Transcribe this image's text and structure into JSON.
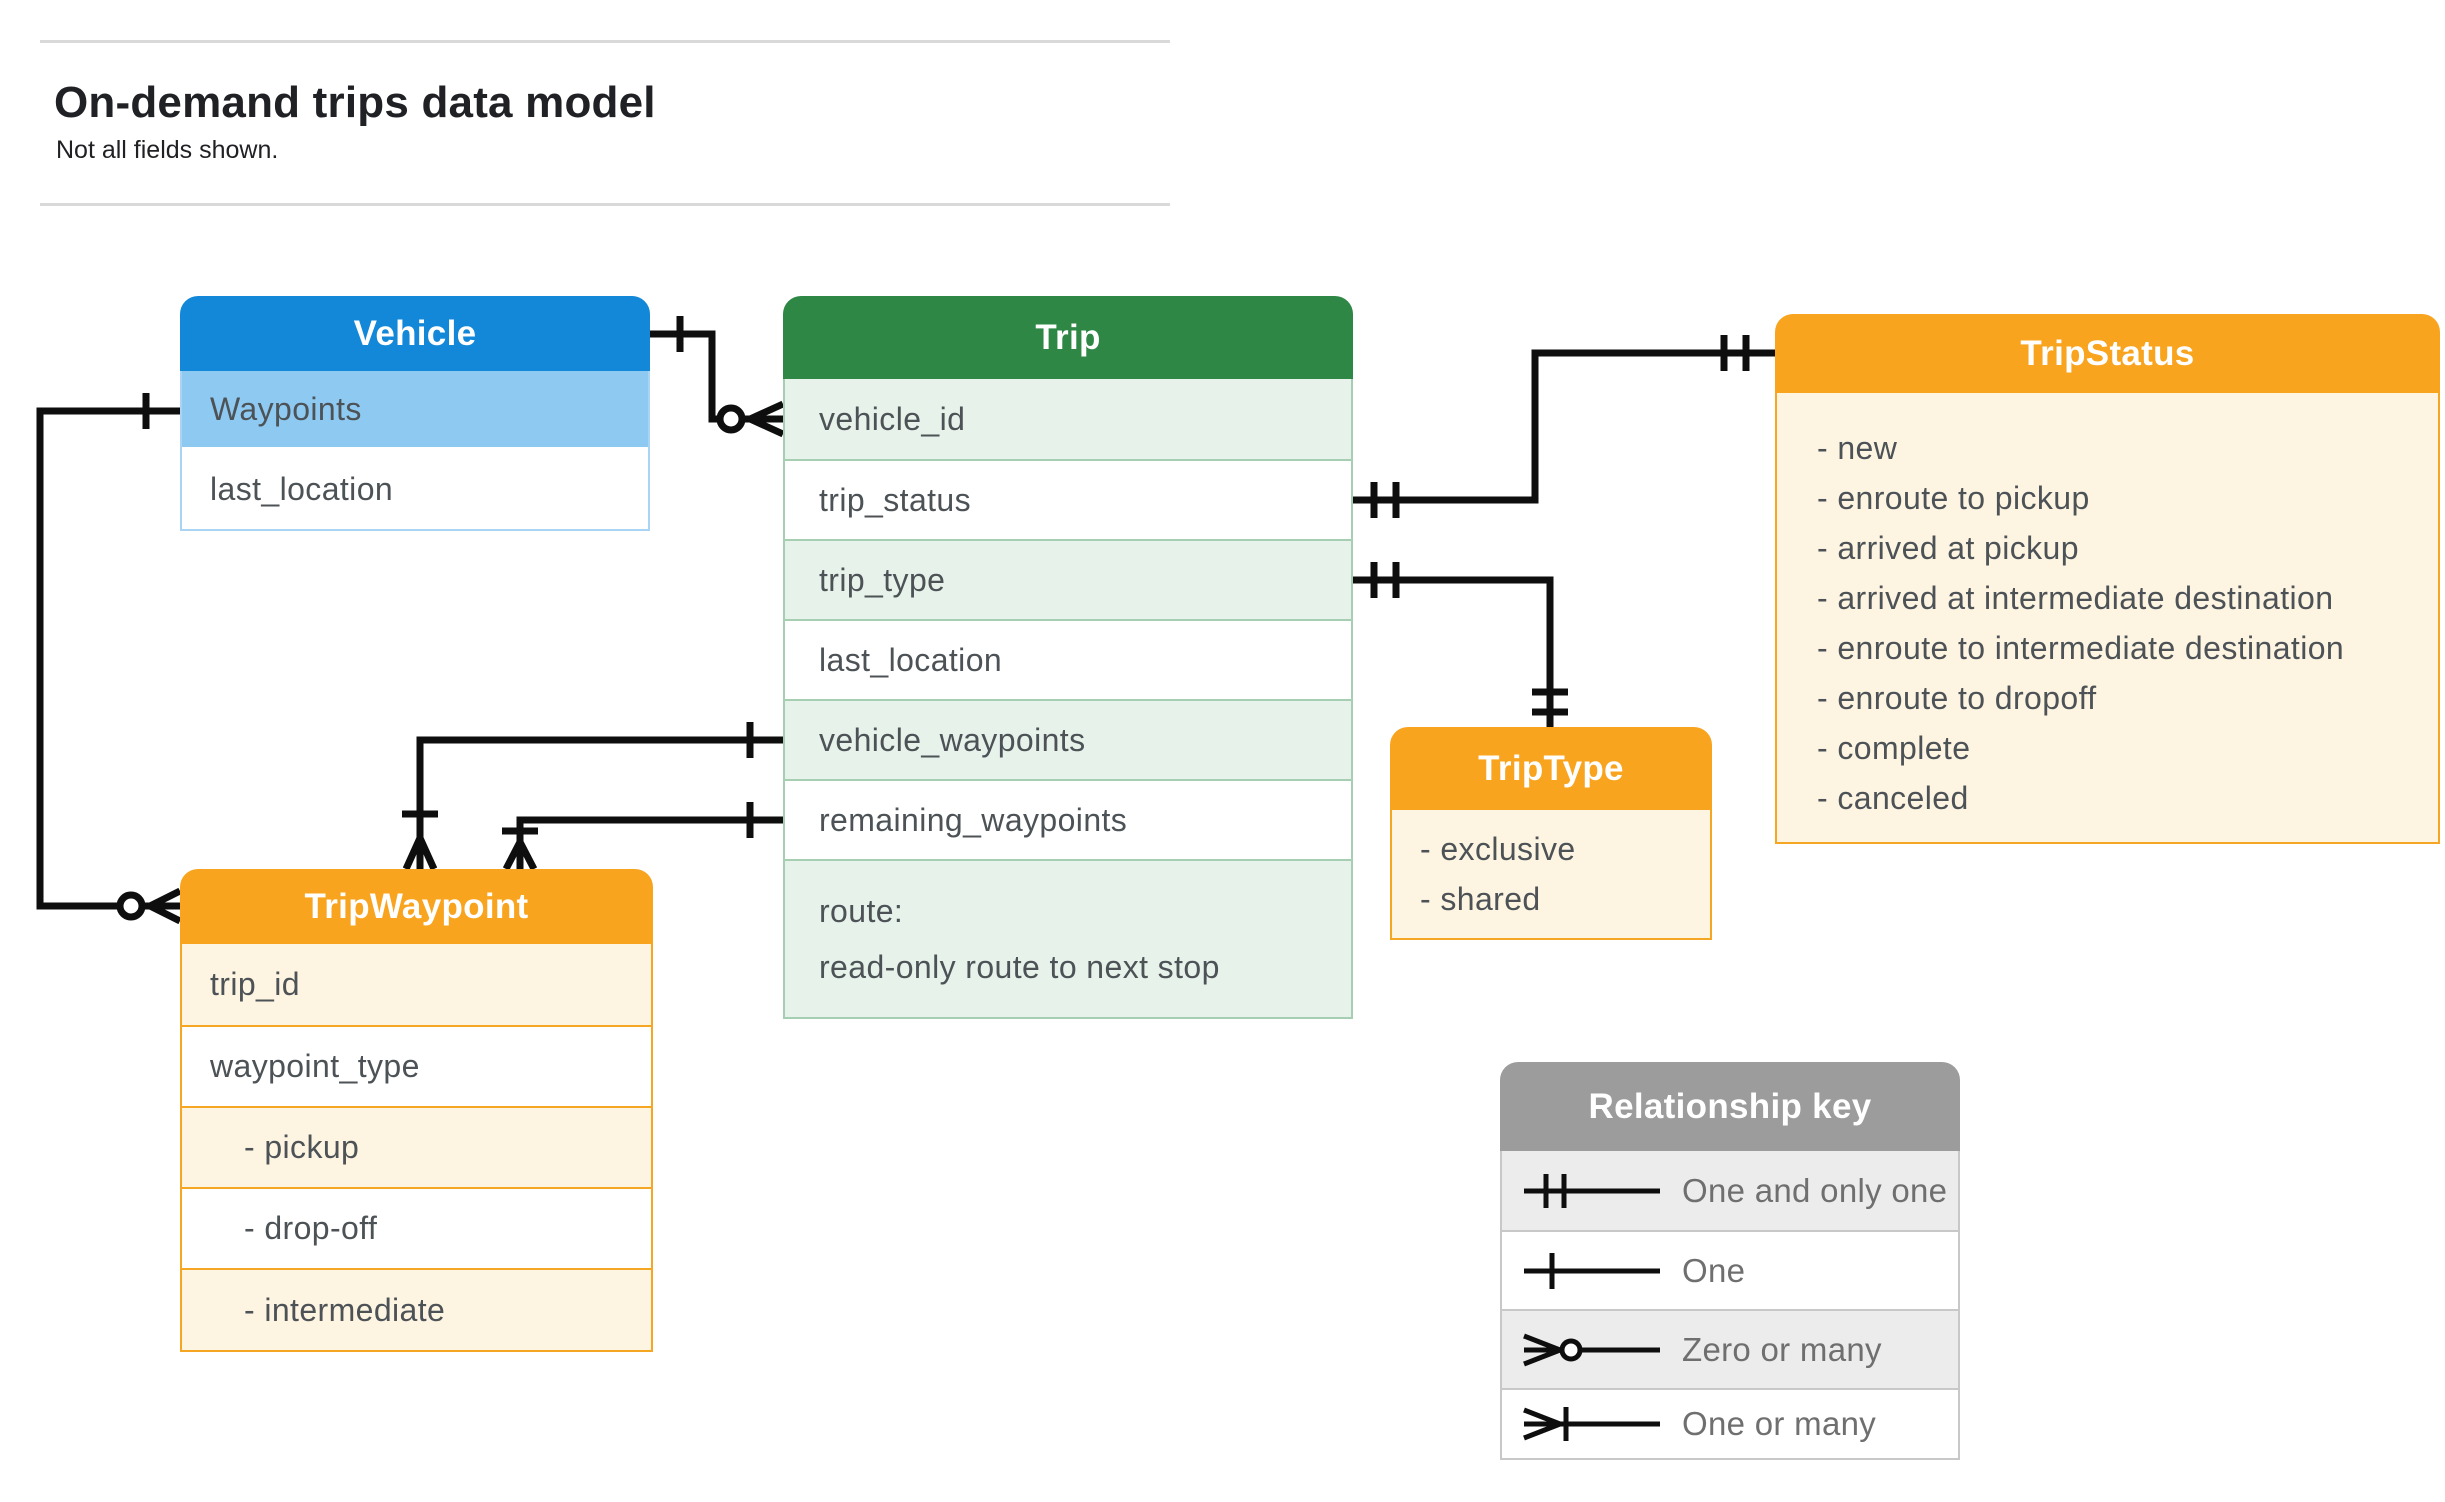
{
  "page": {
    "title": "On-demand trips data model",
    "subtitle": "Not all fields shown."
  },
  "entities": {
    "vehicle": {
      "title": "Vehicle",
      "fields": [
        "Waypoints",
        "last_location"
      ]
    },
    "trip": {
      "title": "Trip",
      "fields": [
        "vehicle_id",
        "trip_status",
        "trip_type",
        "last_location",
        "vehicle_waypoints",
        "remaining_waypoints"
      ],
      "route_field": {
        "name": "route:",
        "description": "read-only route to next stop"
      }
    },
    "trip_status": {
      "title": "TripStatus",
      "values": [
        "- new",
        "- enroute to pickup",
        "- arrived at pickup",
        "- arrived at intermediate destination",
        "- enroute to intermediate destination",
        "- enroute to dropoff",
        "- complete",
        "- canceled"
      ]
    },
    "trip_type": {
      "title": "TripType",
      "values": [
        "- exclusive",
        "- shared"
      ]
    },
    "trip_waypoint": {
      "title": "TripWaypoint",
      "fields": [
        "trip_id",
        "waypoint_type"
      ],
      "values": [
        "- pickup",
        "- drop-off",
        "- intermediate"
      ]
    }
  },
  "relationships": [
    {
      "from": "Vehicle",
      "to": "Trip.vehicle_id",
      "from_cardinality": "one",
      "to_cardinality": "zero or many"
    },
    {
      "from": "Vehicle.Waypoints",
      "to": "TripWaypoint",
      "from_cardinality": "one",
      "to_cardinality": "zero or many"
    },
    {
      "from": "Trip.trip_status",
      "to": "TripStatus",
      "from_cardinality": "one and only one",
      "to_cardinality": "one and only one"
    },
    {
      "from": "Trip.trip_type",
      "to": "TripType",
      "from_cardinality": "one and only one",
      "to_cardinality": "one and only one"
    },
    {
      "from": "Trip.vehicle_waypoints",
      "to": "TripWaypoint",
      "from_cardinality": "one",
      "to_cardinality": "one or many"
    },
    {
      "from": "Trip.remaining_waypoints",
      "to": "TripWaypoint",
      "from_cardinality": "one",
      "to_cardinality": "one or many"
    }
  ],
  "legend": {
    "title": "Relationship key",
    "rows": [
      {
        "symbol": "one-and-only-one",
        "label": "One and only one"
      },
      {
        "symbol": "one",
        "label": "One"
      },
      {
        "symbol": "zero-or-many",
        "label": "Zero or many"
      },
      {
        "symbol": "one-or-many",
        "label": "One or many"
      }
    ]
  },
  "colors": {
    "vehicle_header": "#1488d8",
    "vehicle_highlight_row": "#8ec9f2",
    "trip_header": "#2e8745",
    "trip_row_tint": "#e7f2ea",
    "enum_header": "#f9a41f",
    "enum_body": "#fdf4e1",
    "legend_header": "#9c9c9c",
    "legend_row_tint": "#ececec",
    "connector": "#0e0e0e",
    "field_text": "#4c5256",
    "title_text": "#202124",
    "divider": "#d9d9d9"
  }
}
